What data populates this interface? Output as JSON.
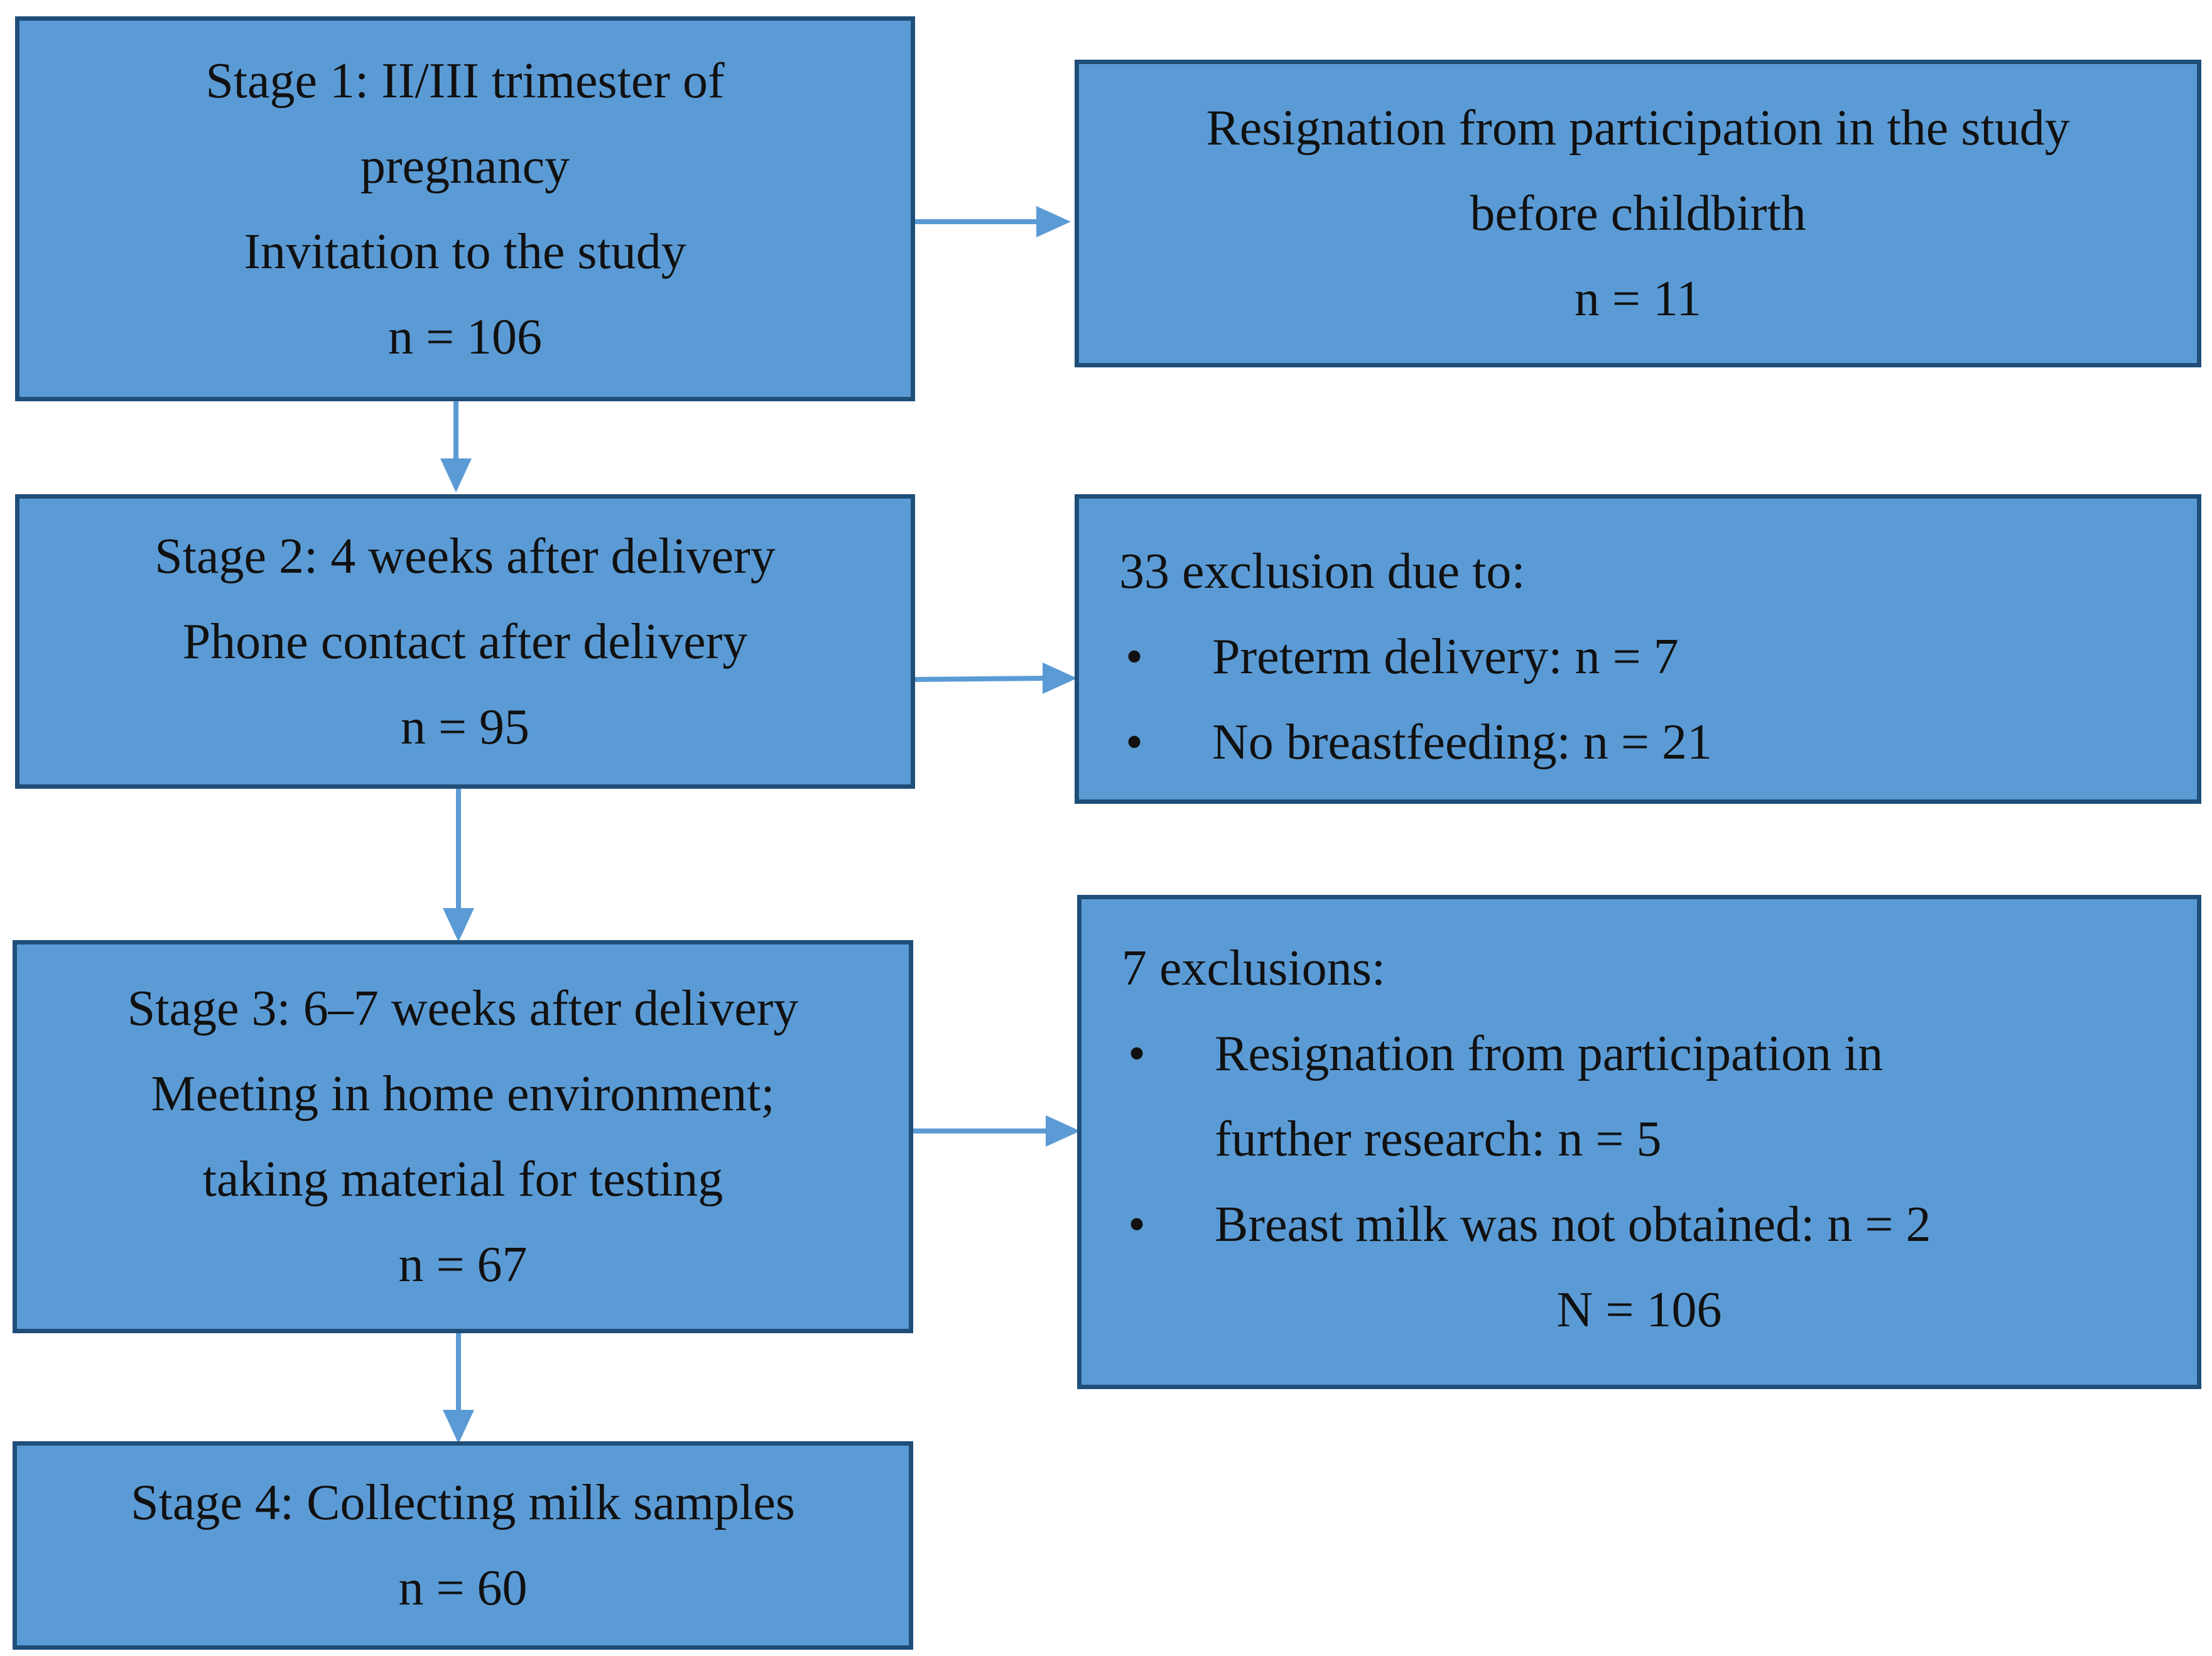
{
  "colors": {
    "box_fill": "#5b9bd5",
    "box_border": "#1f4e79",
    "arrow": "#5b9bd5",
    "text": "#111111"
  },
  "stage1": {
    "lines": [
      "Stage 1: II/III trimester of",
      "pregnancy",
      "Invitation to the study",
      "n = 106"
    ]
  },
  "resignation_before_birth": {
    "lines": [
      "Resignation from participation in the study",
      "before childbirth",
      "n = 11"
    ]
  },
  "stage2": {
    "lines": [
      "Stage 2: 4 weeks after delivery",
      "Phone contact after delivery",
      "n = 95"
    ]
  },
  "exclusion_33": {
    "heading": "33 exclusion due to:",
    "bullet_glyph": "•",
    "items": [
      "Preterm delivery: n = 7",
      "No breastfeeding: n = 21"
    ]
  },
  "stage3": {
    "lines": [
      "Stage 3: 6–7 weeks after delivery",
      "Meeting in home environment;",
      "taking material for testing",
      "n = 67"
    ]
  },
  "exclusion_7": {
    "heading": "7 exclusions:",
    "bullet_glyph": "•",
    "items": [
      [
        "Resignation from participation in",
        "further research: n = 5"
      ],
      [
        "Breast milk was not obtained: n = 2"
      ]
    ],
    "footer": "N = 106"
  },
  "stage4": {
    "lines": [
      "Stage 4: Collecting milk samples",
      "n = 60"
    ]
  }
}
